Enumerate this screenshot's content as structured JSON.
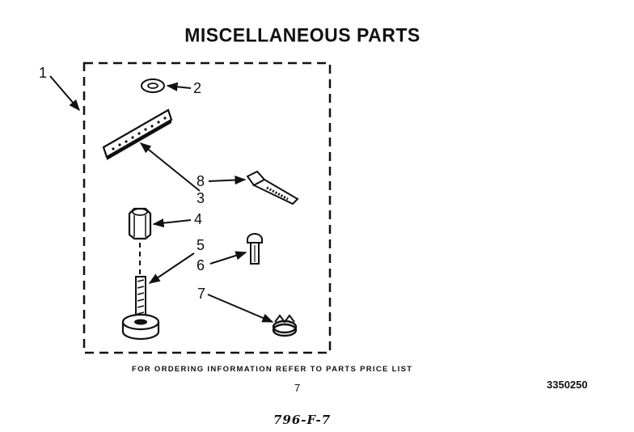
{
  "title": "MISCELLANEOUS PARTS",
  "footer_note": "FOR ORDERING INFORMATION REFER TO PARTS PRICE LIST",
  "page_number": "7",
  "part_number": "3350250",
  "handwritten_code": "796-F-7",
  "callouts": {
    "c1": "1",
    "c2": "2",
    "c3": "3",
    "c4": "4",
    "c5": "5",
    "c6": "6",
    "c7": "7",
    "c8": "8"
  }
}
